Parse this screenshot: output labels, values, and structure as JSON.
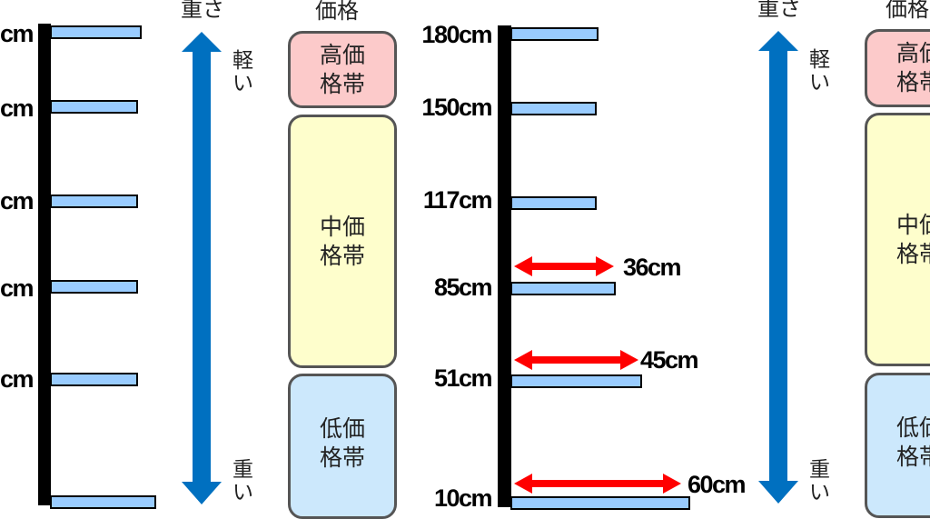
{
  "heights": {
    "h180": "180cm",
    "h150": "150cm",
    "h117": "117cm",
    "h85": "85cm",
    "h51": "51cm",
    "h10": "10cm",
    "partial": "cm"
  },
  "weight": {
    "title": "重さ",
    "light": "軽い",
    "heavy": "重い"
  },
  "price": {
    "title": "価格",
    "high": "高価格帯",
    "mid": "中価格帯",
    "low": "低価格帯"
  },
  "depths": {
    "d36": "36cm",
    "d45": "45cm",
    "d60": "60cm"
  },
  "colors": {
    "shelf": "#99ccff",
    "arrow": "#0070c0",
    "dim_arrow": "#ff0000",
    "high": "#fccaca",
    "mid": "#fefecc",
    "low": "#cce8fc"
  }
}
